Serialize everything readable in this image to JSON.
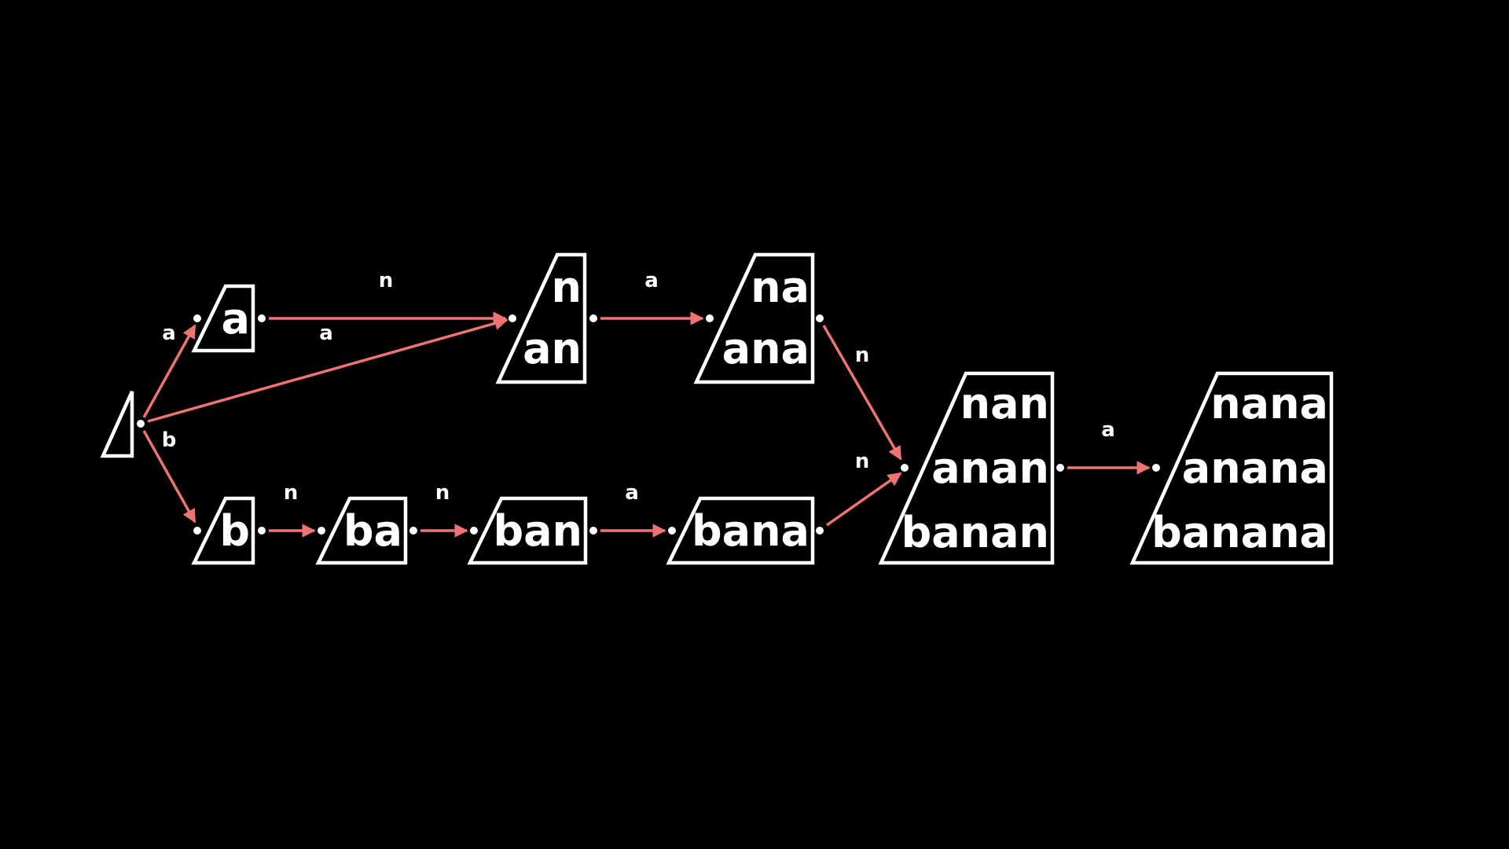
{
  "colors": {
    "background": "#000000",
    "node_stroke": "#ffffff",
    "edge": "#f07373",
    "text": "#ffffff"
  },
  "nodes": {
    "start": {
      "lines": []
    },
    "a": {
      "lines": [
        "a"
      ]
    },
    "b": {
      "lines": [
        "b"
      ]
    },
    "n_an": {
      "lines": [
        "n",
        "an"
      ]
    },
    "ba": {
      "lines": [
        "ba"
      ]
    },
    "na_ana": {
      "lines": [
        "na",
        "ana"
      ]
    },
    "ban": {
      "lines": [
        "ban"
      ]
    },
    "bana": {
      "lines": [
        "bana"
      ]
    },
    "nan_group": {
      "lines": [
        "nan",
        "anan",
        "banan"
      ]
    },
    "nana_group": {
      "lines": [
        "nana",
        "anana",
        "banana"
      ]
    }
  },
  "edges": [
    {
      "id": "start-a",
      "label": "a"
    },
    {
      "id": "start-n_an",
      "label": "a"
    },
    {
      "id": "start-b",
      "label": "b"
    },
    {
      "id": "a-n_an",
      "label": "n"
    },
    {
      "id": "n_an-na_ana",
      "label": "a"
    },
    {
      "id": "na_ana-nan_group",
      "label": "n"
    },
    {
      "id": "b-ba",
      "label": "n"
    },
    {
      "id": "ba-ban",
      "label": "n"
    },
    {
      "id": "ban-bana",
      "label": "a"
    },
    {
      "id": "bana-nan_group",
      "label": "n"
    },
    {
      "id": "nan_group-nana_group",
      "label": "a"
    }
  ]
}
